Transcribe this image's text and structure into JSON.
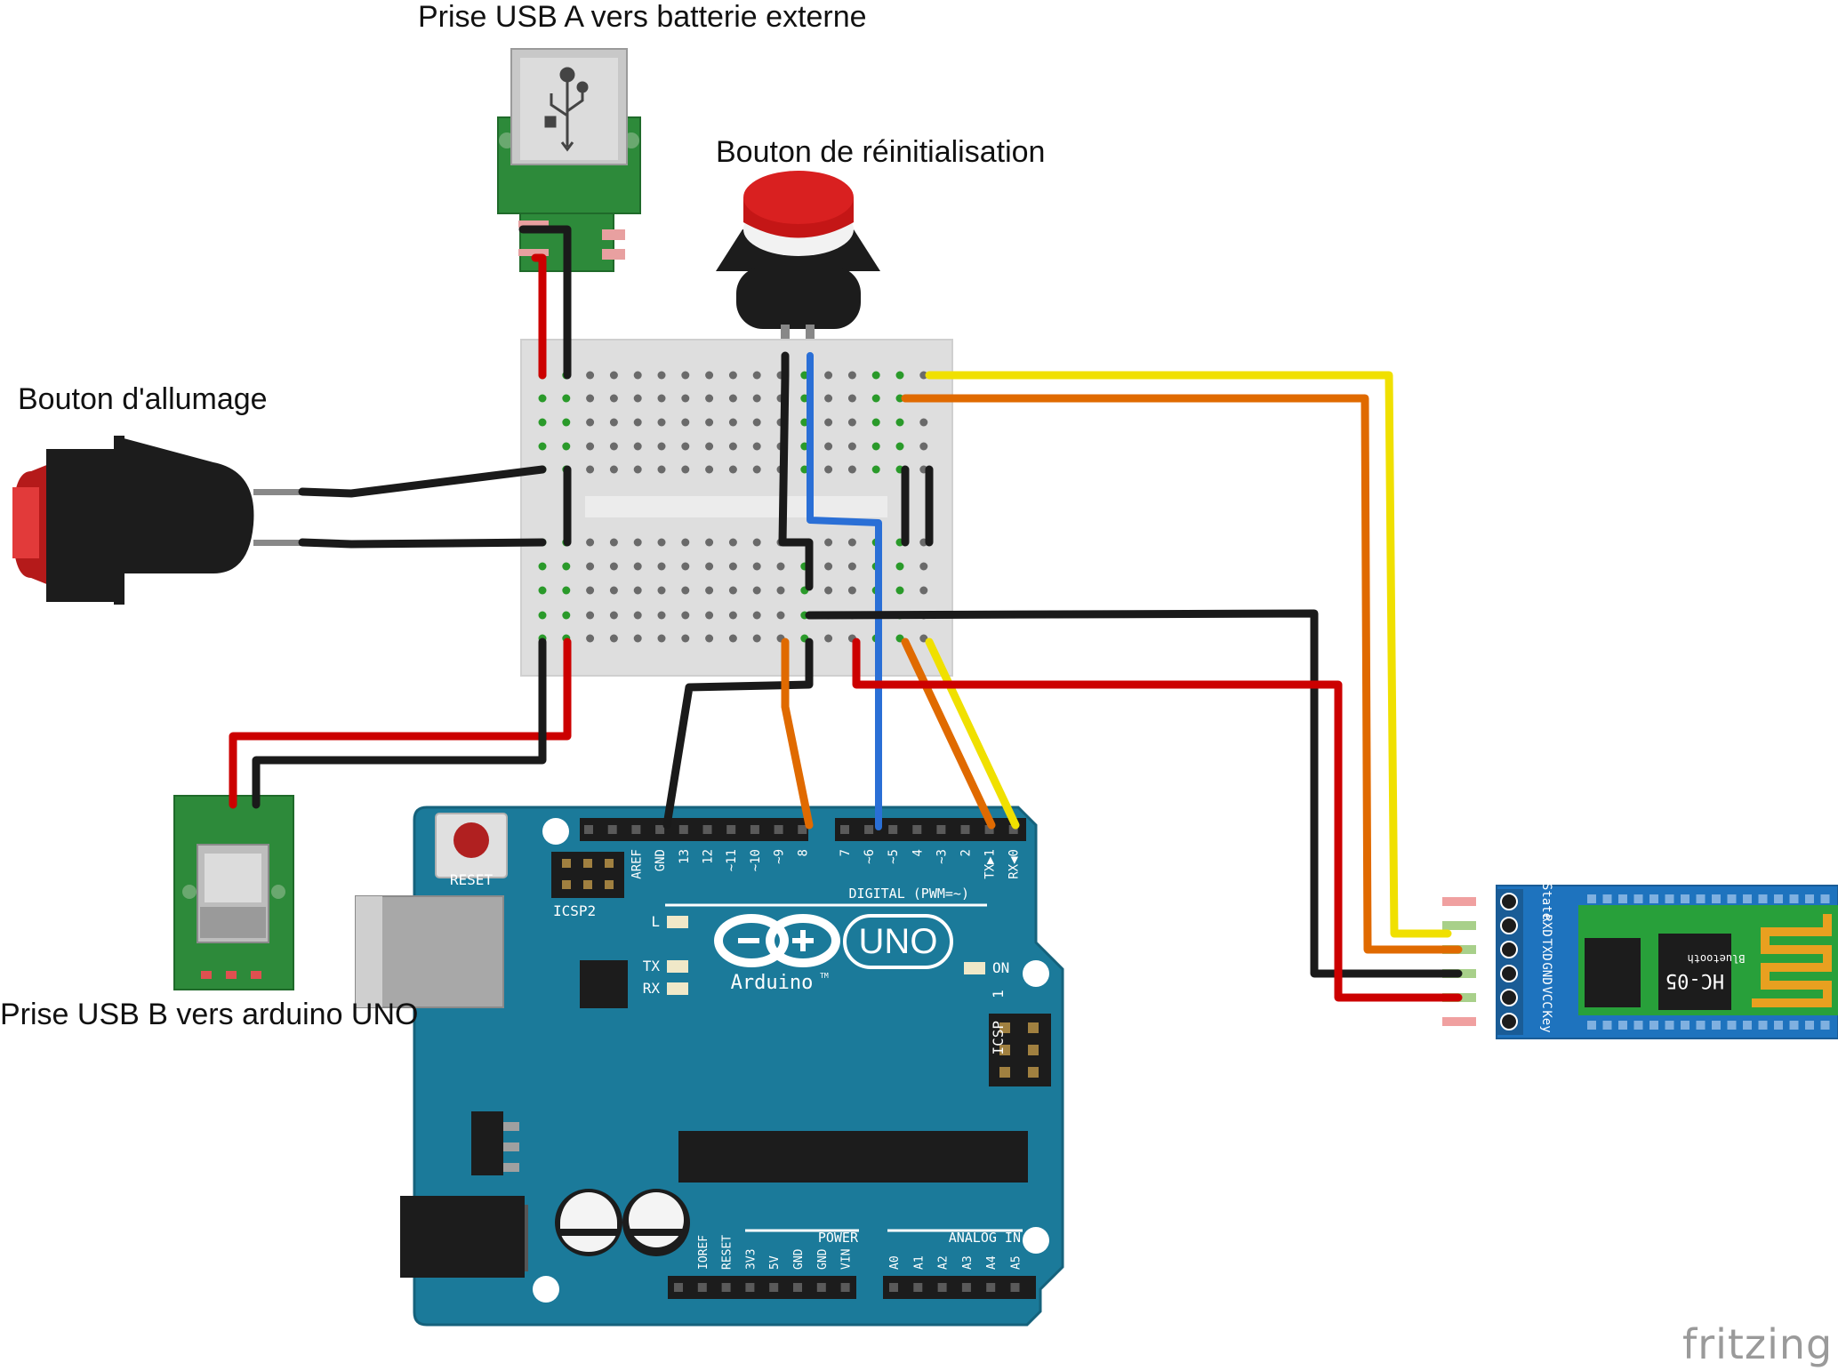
{
  "labels": {
    "usb_a": "Prise USB A vers batterie externe",
    "reset_button": "Bouton de réinitialisation",
    "power_button": "Bouton d'allumage",
    "usb_b": "Prise USB B vers arduino UNO"
  },
  "arduino": {
    "reset": "RESET",
    "icsp2": "ICSP2",
    "icsp": "ICSP",
    "icsp_pin1": "1",
    "digital_header": "DIGITAL (PWM=~)",
    "digital_pins": [
      "AREF",
      "GND",
      "13",
      "12",
      "~11",
      "~10",
      "~9",
      "8",
      "7",
      "~6",
      "~5",
      "4",
      "~3",
      "2",
      "TX▶1",
      "RX◀0"
    ],
    "led_l": "L",
    "led_tx": "TX",
    "led_rx": "RX",
    "led_on": "ON",
    "logo_uno": "UNO",
    "logo_arduino": "Arduino",
    "logo_tm": "TM",
    "power_header": "POWER",
    "power_pins": [
      "IOREF",
      "RESET",
      "3V3",
      "5V",
      "GND",
      "GND",
      "VIN"
    ],
    "analog_header": "ANALOG IN",
    "analog_pins": [
      "A0",
      "A1",
      "A2",
      "A3",
      "A4",
      "A5"
    ]
  },
  "hc05": {
    "pins": [
      "State",
      "RXD",
      "TXD",
      "GND",
      "VCC",
      "Key"
    ],
    "name": "HC-05",
    "sub": "Bluetooth"
  },
  "watermark": "fritzing",
  "colors": {
    "arduino_board": "#1b7a9a",
    "hc05_board": "#1e73be",
    "wire_red": "#cc0000",
    "wire_black": "#1a1a1a",
    "wire_yellow": "#f0e000",
    "wire_orange": "#e06a00",
    "wire_blue": "#2a6fd6",
    "breadboard": "#dedede"
  }
}
